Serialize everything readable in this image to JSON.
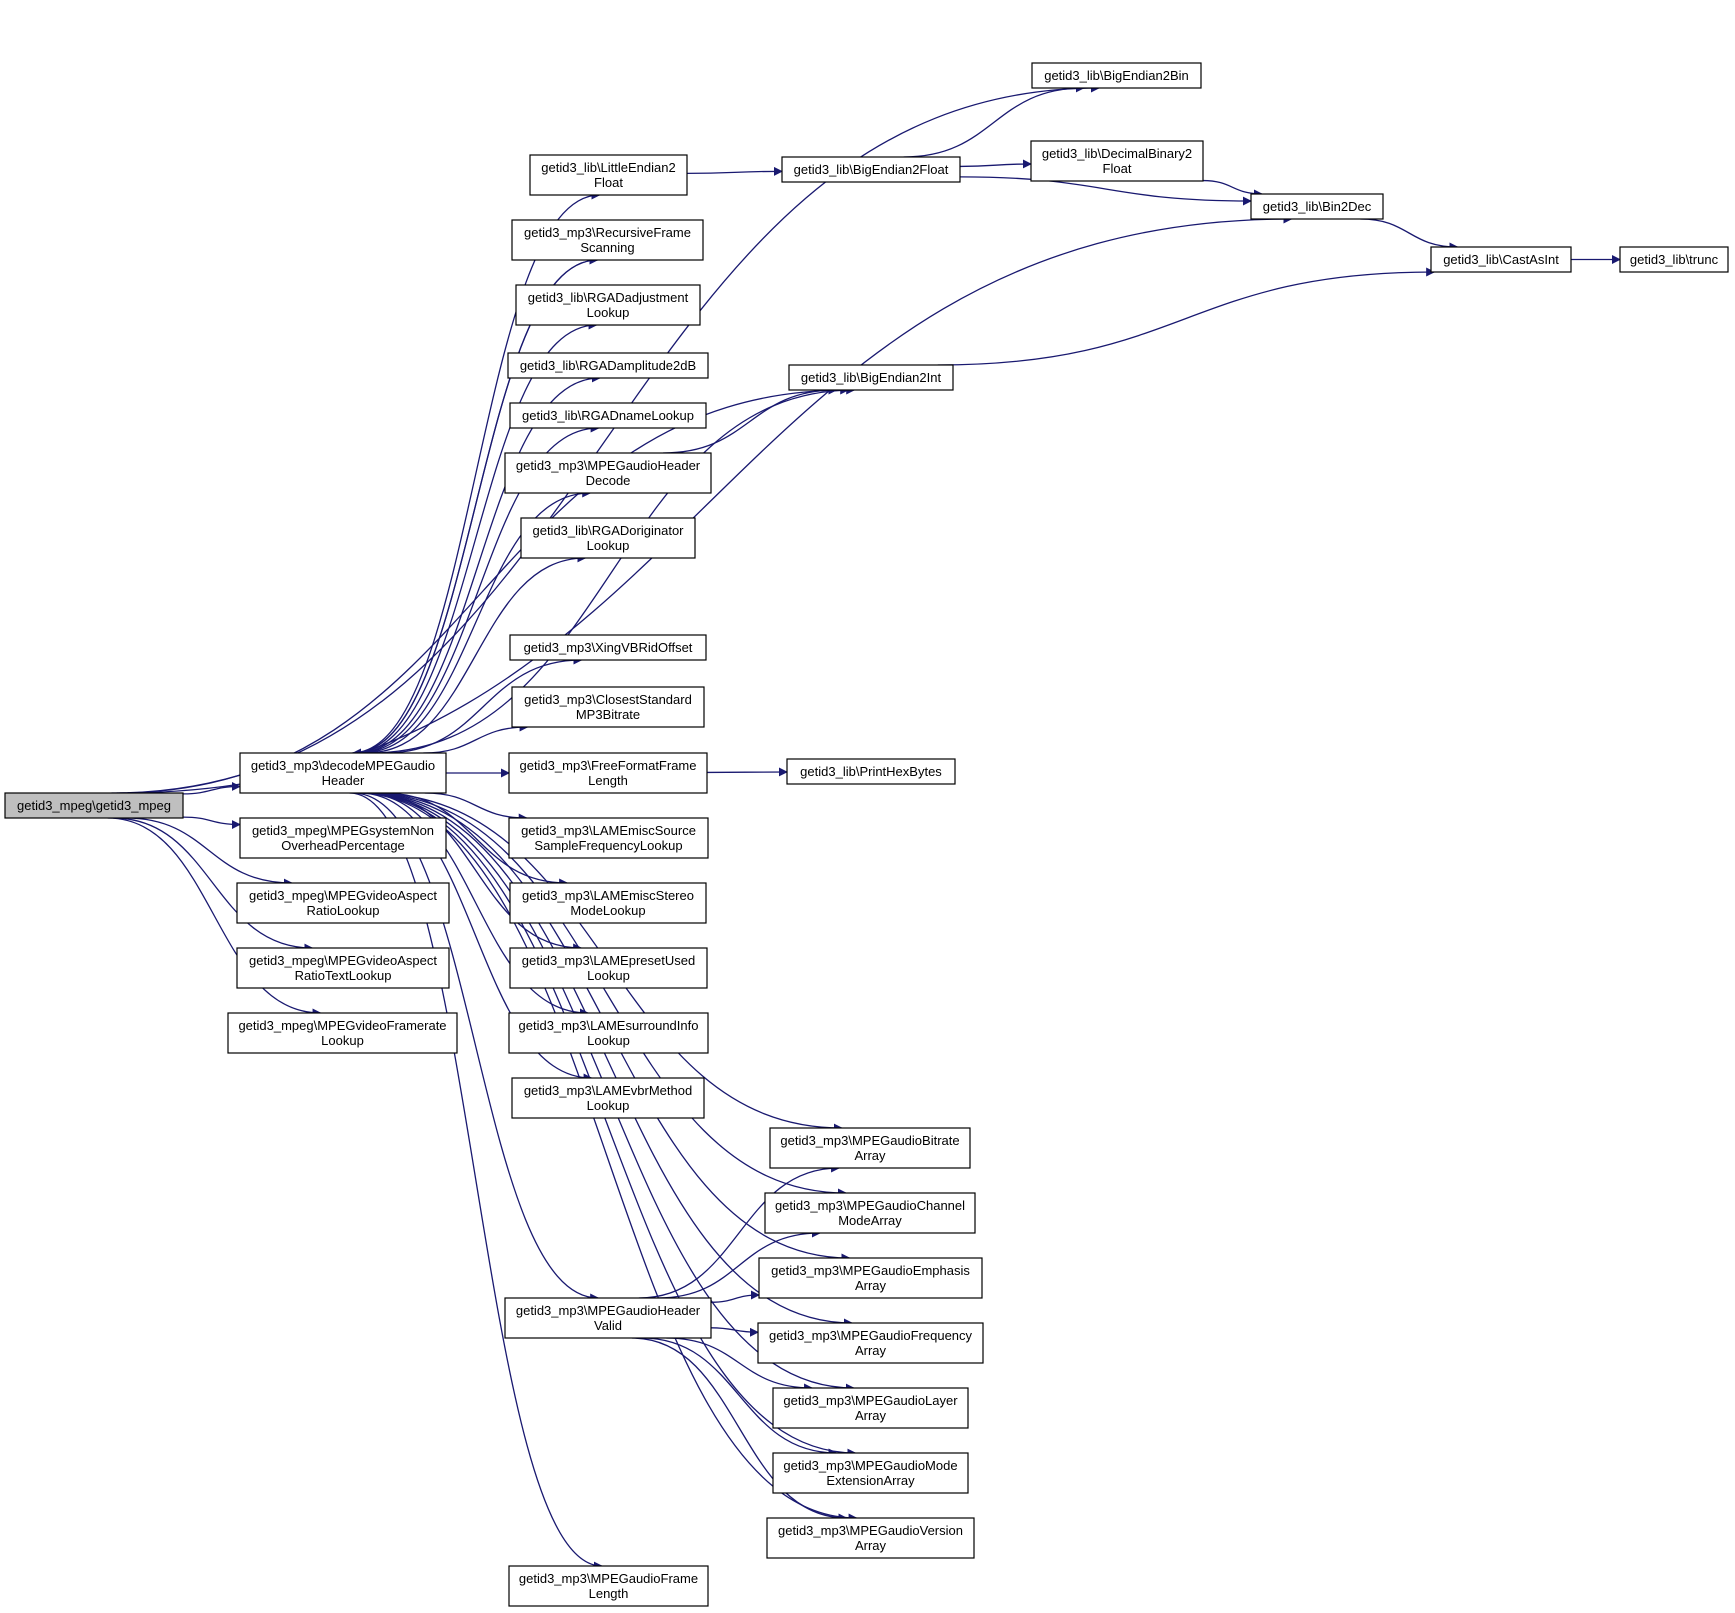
{
  "colors": {
    "edge": "#191970",
    "root_fill": "#bfbfbf",
    "node_fill": "#ffffff",
    "node_stroke": "#000000"
  },
  "nodes": [
    {
      "id": "root",
      "lines": [
        "getid3_mpeg\\getid3_mpeg"
      ],
      "root": true
    },
    {
      "id": "decode",
      "lines": [
        "getid3_mp3\\decodeMPEGaudio",
        "Header"
      ]
    },
    {
      "id": "sysnon",
      "lines": [
        "getid3_mpeg\\MPEGsystemNon",
        "OverheadPercentage"
      ]
    },
    {
      "id": "vaspect",
      "lines": [
        "getid3_mpeg\\MPEGvideoAspect",
        "RatioLookup"
      ]
    },
    {
      "id": "vaspecttext",
      "lines": [
        "getid3_mpeg\\MPEGvideoAspect",
        "RatioTextLookup"
      ]
    },
    {
      "id": "vframerate",
      "lines": [
        "getid3_mpeg\\MPEGvideoFramerate",
        "Lookup"
      ]
    },
    {
      "id": "le2f",
      "lines": [
        "getid3_lib\\LittleEndian2",
        "Float"
      ]
    },
    {
      "id": "recursive",
      "lines": [
        "getid3_mp3\\RecursiveFrame",
        "Scanning"
      ]
    },
    {
      "id": "rgadadj",
      "lines": [
        "getid3_lib\\RGADadjustment",
        "Lookup"
      ]
    },
    {
      "id": "rgadamp",
      "lines": [
        "getid3_lib\\RGADamplitude2dB"
      ]
    },
    {
      "id": "rgadname",
      "lines": [
        "getid3_lib\\RGADnameLookup"
      ]
    },
    {
      "id": "hdrdecode",
      "lines": [
        "getid3_mp3\\MPEGaudioHeader",
        "Decode"
      ]
    },
    {
      "id": "rgadorig",
      "lines": [
        "getid3_lib\\RGADoriginator",
        "Lookup"
      ]
    },
    {
      "id": "xing",
      "lines": [
        "getid3_mp3\\XingVBRidOffset"
      ]
    },
    {
      "id": "closest",
      "lines": [
        "getid3_mp3\\ClosestStandard",
        "MP3Bitrate"
      ]
    },
    {
      "id": "freeformat",
      "lines": [
        "getid3_mp3\\FreeFormatFrame",
        "Length"
      ]
    },
    {
      "id": "lamesrc",
      "lines": [
        "getid3_mp3\\LAMEmiscSource",
        "SampleFrequencyLookup"
      ]
    },
    {
      "id": "lamestereo",
      "lines": [
        "getid3_mp3\\LAMEmiscStereo",
        "ModeLookup"
      ]
    },
    {
      "id": "lamepreset",
      "lines": [
        "getid3_mp3\\LAMEpresetUsed",
        "Lookup"
      ]
    },
    {
      "id": "lamesurround",
      "lines": [
        "getid3_mp3\\LAMEsurroundInfo",
        "Lookup"
      ]
    },
    {
      "id": "lamevbr",
      "lines": [
        "getid3_mp3\\LAMEvbrMethod",
        "Lookup"
      ]
    },
    {
      "id": "hdrvalid",
      "lines": [
        "getid3_mp3\\MPEGaudioHeader",
        "Valid"
      ]
    },
    {
      "id": "framelen",
      "lines": [
        "getid3_mp3\\MPEGaudioFrame",
        "Length"
      ]
    },
    {
      "id": "be2bin",
      "lines": [
        "getid3_lib\\BigEndian2Bin"
      ]
    },
    {
      "id": "be2float",
      "lines": [
        "getid3_lib\\BigEndian2Float"
      ]
    },
    {
      "id": "be2int",
      "lines": [
        "getid3_lib\\BigEndian2Int"
      ]
    },
    {
      "id": "printhex",
      "lines": [
        "getid3_lib\\PrintHexBytes"
      ]
    },
    {
      "id": "bitrate",
      "lines": [
        "getid3_mp3\\MPEGaudioBitrate",
        "Array"
      ]
    },
    {
      "id": "channel",
      "lines": [
        "getid3_mp3\\MPEGaudioChannel",
        "ModeArray"
      ]
    },
    {
      "id": "emphasis",
      "lines": [
        "getid3_mp3\\MPEGaudioEmphasis",
        "Array"
      ]
    },
    {
      "id": "frequency",
      "lines": [
        "getid3_mp3\\MPEGaudioFrequency",
        "Array"
      ]
    },
    {
      "id": "layer",
      "lines": [
        "getid3_mp3\\MPEGaudioLayer",
        "Array"
      ]
    },
    {
      "id": "modeext",
      "lines": [
        "getid3_mp3\\MPEGaudioMode",
        "ExtensionArray"
      ]
    },
    {
      "id": "version",
      "lines": [
        "getid3_mp3\\MPEGaudioVersion",
        "Array"
      ]
    },
    {
      "id": "decbin2f",
      "lines": [
        "getid3_lib\\DecimalBinary2",
        "Float"
      ]
    },
    {
      "id": "bin2dec",
      "lines": [
        "getid3_lib\\Bin2Dec"
      ]
    },
    {
      "id": "castasint",
      "lines": [
        "getid3_lib\\CastAsInt"
      ]
    },
    {
      "id": "trunc",
      "lines": [
        "getid3_lib\\trunc"
      ]
    }
  ],
  "edges": [
    [
      "root",
      "decode"
    ],
    [
      "root",
      "sysnon"
    ],
    [
      "root",
      "vaspect"
    ],
    [
      "root",
      "vaspecttext"
    ],
    [
      "root",
      "vframerate"
    ],
    [
      "root",
      "be2bin"
    ],
    [
      "root",
      "be2int"
    ],
    [
      "root",
      "bin2dec"
    ],
    [
      "decode",
      "le2f"
    ],
    [
      "decode",
      "recursive"
    ],
    [
      "decode",
      "rgadadj"
    ],
    [
      "decode",
      "rgadamp"
    ],
    [
      "decode",
      "rgadname"
    ],
    [
      "decode",
      "hdrdecode"
    ],
    [
      "decode",
      "rgadorig"
    ],
    [
      "decode",
      "be2int"
    ],
    [
      "decode",
      "xing"
    ],
    [
      "decode",
      "closest"
    ],
    [
      "decode",
      "freeformat"
    ],
    [
      "decode",
      "lamesrc"
    ],
    [
      "decode",
      "lamestereo"
    ],
    [
      "decode",
      "lamepreset"
    ],
    [
      "decode",
      "lamesurround"
    ],
    [
      "decode",
      "lamevbr"
    ],
    [
      "decode",
      "bitrate"
    ],
    [
      "decode",
      "channel"
    ],
    [
      "decode",
      "emphasis"
    ],
    [
      "decode",
      "hdrvalid"
    ],
    [
      "decode",
      "frequency"
    ],
    [
      "decode",
      "layer"
    ],
    [
      "decode",
      "modeext"
    ],
    [
      "decode",
      "version"
    ],
    [
      "decode",
      "framelen"
    ],
    [
      "recursive",
      "decode"
    ],
    [
      "le2f",
      "be2float"
    ],
    [
      "be2float",
      "be2bin"
    ],
    [
      "be2float",
      "decbin2f"
    ],
    [
      "be2float",
      "bin2dec"
    ],
    [
      "decbin2f",
      "bin2dec"
    ],
    [
      "bin2dec",
      "castasint"
    ],
    [
      "castasint",
      "trunc"
    ],
    [
      "be2int",
      "castasint"
    ],
    [
      "hdrdecode",
      "be2int"
    ],
    [
      "freeformat",
      "printhex"
    ],
    [
      "hdrvalid",
      "bitrate"
    ],
    [
      "hdrvalid",
      "channel"
    ],
    [
      "hdrvalid",
      "emphasis"
    ],
    [
      "hdrvalid",
      "frequency"
    ],
    [
      "hdrvalid",
      "layer"
    ],
    [
      "hdrvalid",
      "modeext"
    ],
    [
      "hdrvalid",
      "version"
    ]
  ]
}
